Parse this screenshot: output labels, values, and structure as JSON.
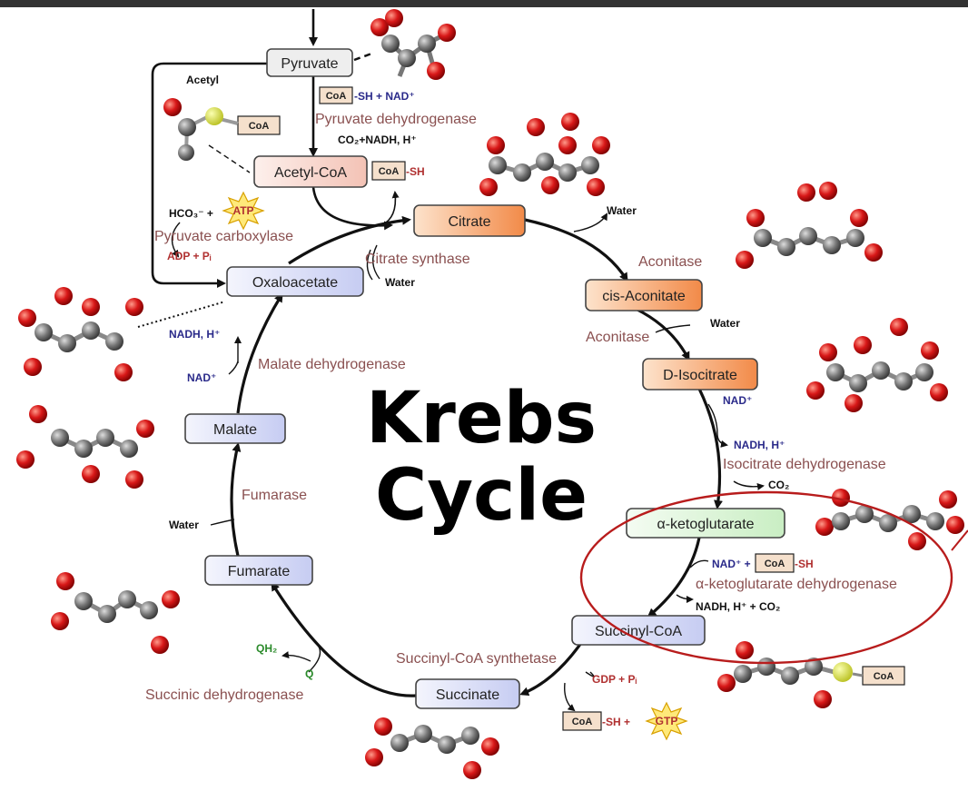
{
  "title": {
    "line1": "Krebs",
    "line2": "Cycle"
  },
  "colors": {
    "orange_node": "#f59a5a",
    "pink_node": "#f7d0c6",
    "blue_node": "#d8dcf5",
    "green_node": "#d6f2d3",
    "gray_node": "#eeeeee",
    "enzyme_text": "#8a5050",
    "highlight_ellipse": "#b81c1c"
  },
  "nodes": {
    "pyruvate": "Pyruvate",
    "acetyl_coa": "Acetyl-CoA",
    "citrate": "Citrate",
    "cis_aconitate": "cis-Aconitate",
    "d_isocitrate": "D-Isocitrate",
    "a_ketoglutarate": "α-ketoglutarate",
    "succinyl_coa": "Succinyl-CoA",
    "succinate": "Succinate",
    "fumarate": "Fumarate",
    "malate": "Malate",
    "oxaloacetate": "Oxaloacetate"
  },
  "enzymes": {
    "pyruvate_dehydrogenase": "Pyruvate dehydrogenase",
    "pyruvate_carboxylase": "Pyruvate carboxylase",
    "citrate_synthase": "Citrate synthase",
    "aconitase_1": "Aconitase",
    "aconitase_2": "Aconitase",
    "isocitrate_dehydrogenase": "Isocitrate dehydrogenase",
    "akg_dehydrogenase": "α-ketoglutarate dehydrogenase",
    "succinyl_coa_synthetase": "Succinyl-CoA synthetase",
    "succinic_dehydrogenase": "Succinic dehydrogenase",
    "fumarase": "Fumarase",
    "malate_dehydrogenase": "Malate dehydrogenase"
  },
  "cofactors": {
    "acetyl": "Acetyl",
    "coa": "CoA",
    "sh_plus_nad": "-SH + NAD⁺",
    "co2_nadh": "CO₂+NADH, H⁺",
    "sh": "-SH",
    "hco3": "HCO₃⁻ +",
    "atp": "ATP",
    "adp_pi": "ADP + Pᵢ",
    "water_top": "Water",
    "water_citrate": "Water",
    "water_aconitate": "Water",
    "water_fumarate": "Water",
    "nad_iso": "NAD⁺",
    "nadh_iso": "NADH, H⁺",
    "co2_iso": "CO₂",
    "nad_akg": "NAD⁺ +",
    "sh_akg": "-SH",
    "nadh_co2_akg": "NADH, H⁺ + CO₂",
    "gdp_pi": "GDP + Pᵢ",
    "sh_plus": "-SH +",
    "gtp": "GTP",
    "qh2": "QH₂",
    "q": "Q",
    "nadh_mal": "NADH, H⁺",
    "nad_mal": "NAD⁺"
  }
}
